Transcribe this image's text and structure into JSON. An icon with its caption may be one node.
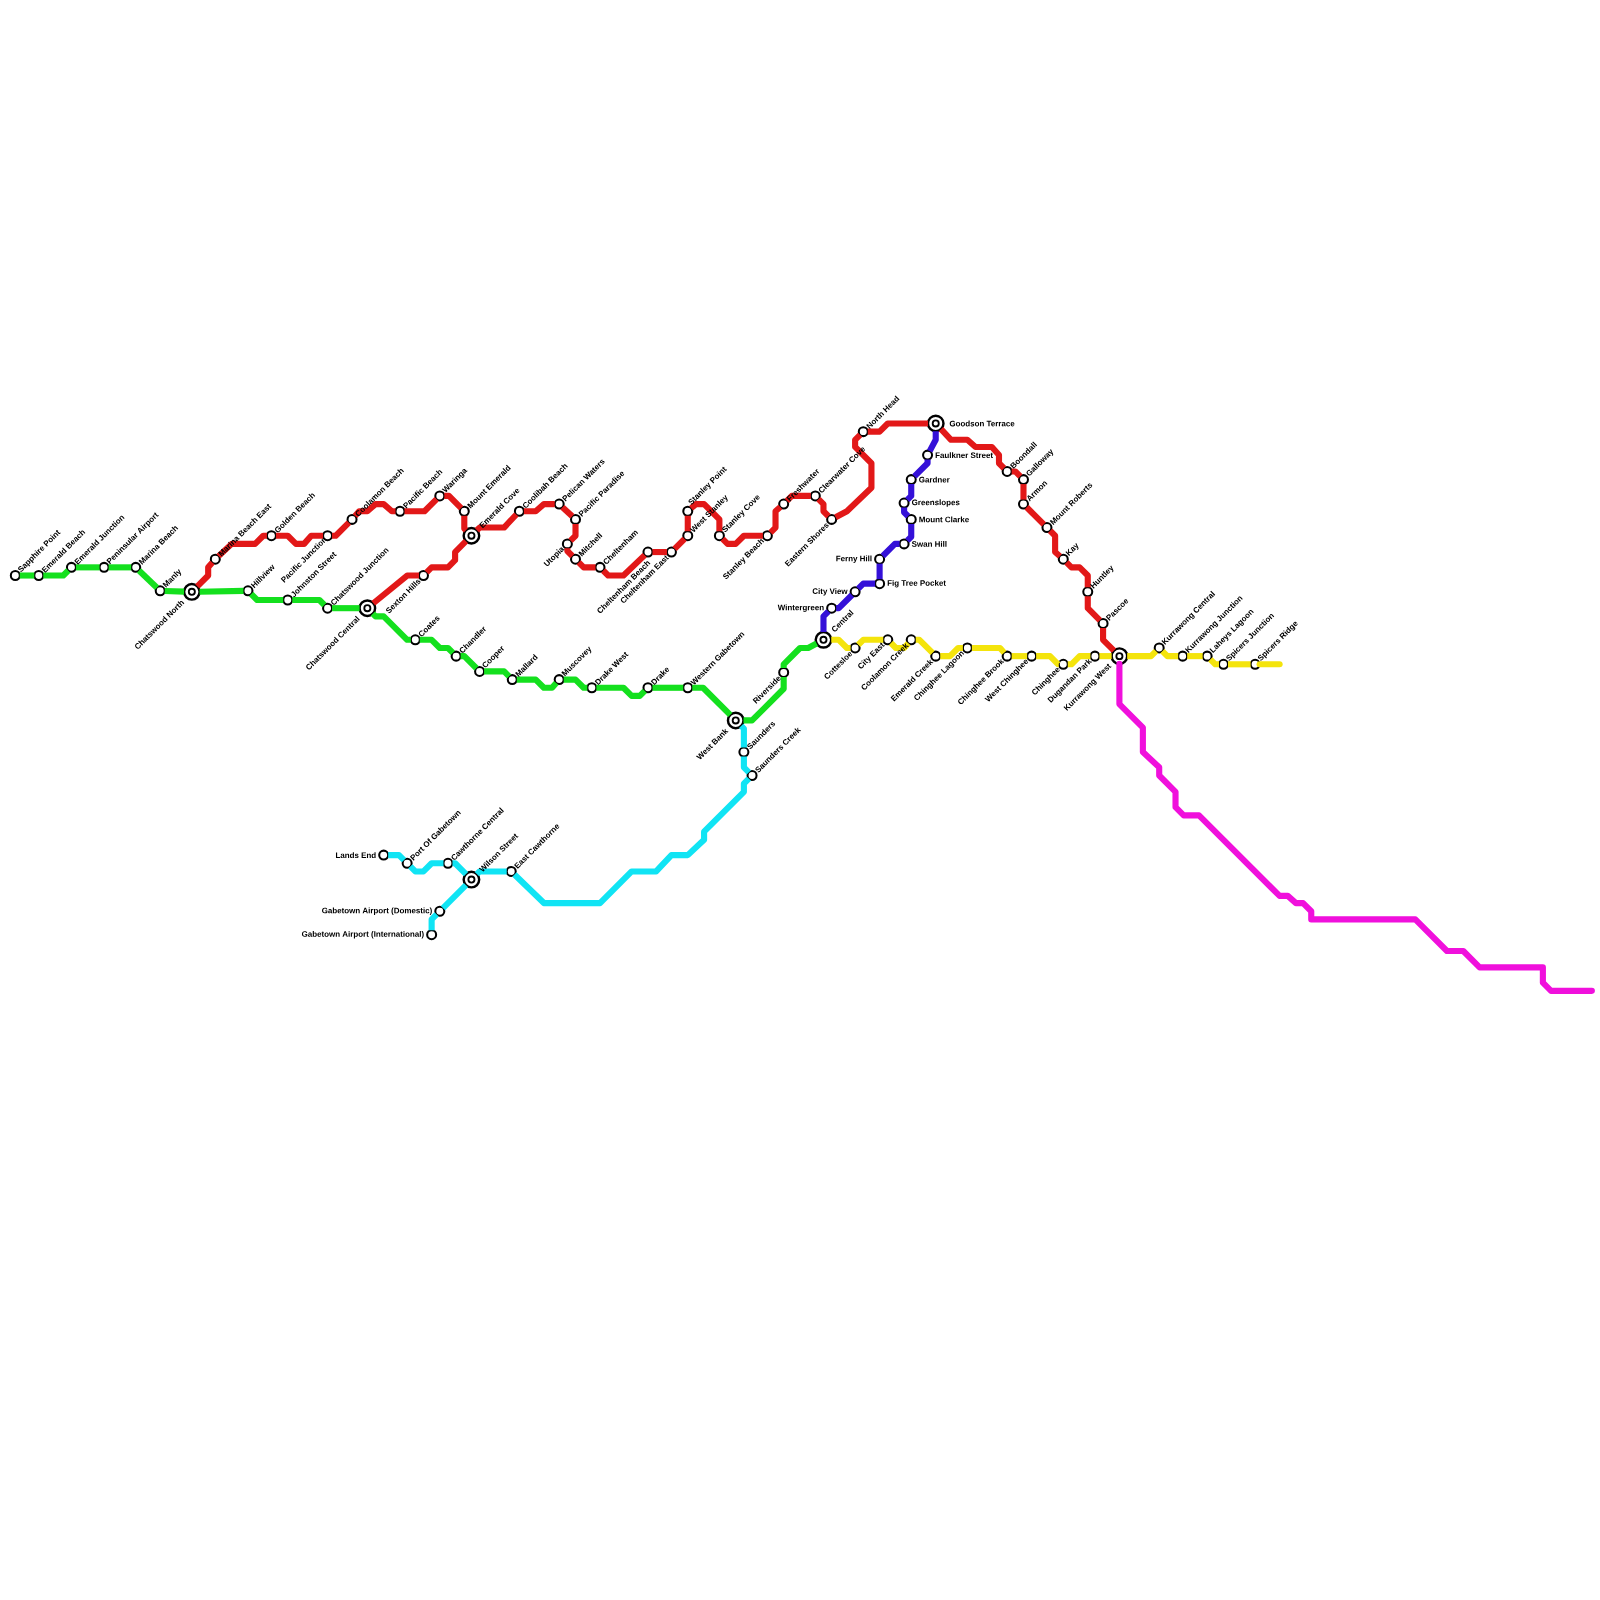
{
  "diagram": {
    "nodes": [
      {
        "text": [
          "Sapphire Point"
        ]
      },
      {
        "text": [
          "Emerald Beach"
        ]
      },
      {
        "text": [
          "Emerald Junction"
        ]
      },
      {
        "text": [
          "Peninsular Airport"
        ]
      },
      {
        "text": [
          "Marina Beach"
        ]
      },
      {
        "text": [
          "Manly"
        ]
      },
      {
        "text": [
          "Chatswood North"
        ]
      },
      {
        "text": [
          "Hillview"
        ]
      },
      {
        "text": [
          "Johnston Street"
        ]
      },
      {
        "text": [
          "Chatswood Junction"
        ]
      },
      {
        "text": [
          "Chatswood Central"
        ]
      },
      {
        "text": [
          "Coates"
        ]
      },
      {
        "text": [
          "Chandler"
        ]
      },
      {
        "text": [
          "Cooper"
        ]
      },
      {
        "text": [
          "Mallard"
        ]
      },
      {
        "text": [
          "Muscovey"
        ]
      },
      {
        "text": [
          "Drake West"
        ]
      },
      {
        "text": [
          "Drake"
        ]
      },
      {
        "text": [
          "Western Gabetown"
        ]
      },
      {
        "text": [
          "West Bank"
        ]
      },
      {
        "text": [
          "Riverside"
        ]
      },
      {
        "text": [
          "Central"
        ]
      },
      {
        "text": [
          "Marina Beach East"
        ]
      },
      {
        "text": [
          "Golden Beach"
        ]
      },
      {
        "text": [
          "Pacific Junction"
        ]
      },
      {
        "text": [
          "Coolamon Beach"
        ]
      },
      {
        "text": [
          "Pacific Beach"
        ]
      },
      {
        "text": [
          "Waringa"
        ]
      },
      {
        "text": [
          "Mount Emerald"
        ]
      },
      {
        "text": [
          "Emerald Cove"
        ]
      },
      {
        "text": [
          "Sexton Hills"
        ]
      },
      {
        "text": [
          "Coolibah Beach"
        ]
      },
      {
        "text": [
          "Pelican Waters"
        ]
      },
      {
        "text": [
          "Pacific Paradise"
        ]
      },
      {
        "text": [
          "Utopia"
        ]
      },
      {
        "text": [
          "Mitchell"
        ]
      },
      {
        "text": [
          "Cheltenham"
        ]
      },
      {
        "text": [
          "Cheltenham Beach"
        ]
      },
      {
        "text": [
          "Cheltenham East"
        ]
      },
      {
        "text": [
          "West Stanley"
        ]
      },
      {
        "text": [
          "Stanley Point"
        ]
      },
      {
        "text": [
          "Stanley Cove"
        ]
      },
      {
        "text": [
          "Stanley Beach"
        ]
      },
      {
        "text": [
          "Freshwater"
        ]
      },
      {
        "text": [
          "Clearwater Cove"
        ]
      },
      {
        "text": [
          "Eastern Shores"
        ]
      },
      {
        "text": [
          "North Head"
        ]
      },
      {
        "text": [
          "Goodson Terrace"
        ]
      },
      {
        "text": [
          "Boondall"
        ]
      },
      {
        "text": [
          "Galloway"
        ]
      },
      {
        "text": [
          "Armon"
        ]
      },
      {
        "text": [
          "Mount Roberts"
        ]
      },
      {
        "text": [
          "Kay"
        ]
      },
      {
        "text": [
          "Huntley"
        ]
      },
      {
        "text": [
          "Pascoe"
        ]
      },
      {
        "text": [
          "Kurrawong West"
        ]
      },
      {
        "text": [
          "Faulkner Street"
        ]
      },
      {
        "text": [
          "Gardner"
        ]
      },
      {
        "text": [
          "Greenslopes"
        ]
      },
      {
        "text": [
          "Mount Clarke"
        ]
      },
      {
        "text": [
          "Swan Hill"
        ]
      },
      {
        "text": [
          "Ferny Hill"
        ]
      },
      {
        "text": [
          "Fig Tree Pocket"
        ]
      },
      {
        "text": [
          "City View"
        ]
      },
      {
        "text": [
          "Wintergreen"
        ]
      },
      {
        "text": [
          "Cottesloe"
        ]
      },
      {
        "text": [
          "City East"
        ]
      },
      {
        "text": [
          "Coolamon Creek"
        ]
      },
      {
        "text": [
          "Emerald Creek"
        ]
      },
      {
        "text": [
          "Chinghee Lagoon"
        ]
      },
      {
        "text": [
          "Chinghee Brook"
        ]
      },
      {
        "text": [
          "West Chinghee"
        ]
      },
      {
        "text": [
          "Chinghee"
        ]
      },
      {
        "text": [
          "Dugandan Park"
        ]
      },
      {
        "text": [
          "Kurrawong Central"
        ]
      },
      {
        "text": [
          "Kurrawong Junction"
        ]
      },
      {
        "text": [
          "Laheys Lagoon"
        ]
      },
      {
        "text": [
          "Spicers Junction"
        ]
      },
      {
        "text": [
          "Spicers Ridge"
        ]
      },
      {
        "text": [
          "Saunders"
        ]
      },
      {
        "text": [
          "Saunders Creek"
        ]
      },
      {
        "text": [
          "East Cawthorne"
        ]
      },
      {
        "text": [
          "Wilson Street"
        ]
      },
      {
        "text": [
          "Cawthorne Central"
        ]
      },
      {
        "text": [
          "Port Of Gabetown"
        ]
      },
      {
        "text": [
          "Lands End"
        ]
      },
      {
        "text": [
          "Gabetown Airport (Domestic)"
        ]
      },
      {
        "text": [
          "Gabetown Airport (International)"
        ]
      }
    ],
    "edges": [
      {
        "from": 0,
        "to": 1,
        "arrow": "none",
        "color": "#14e01e"
      },
      {
        "from": 1,
        "to": 2,
        "arrow": "none",
        "color": "#14e01e"
      },
      {
        "from": 2,
        "to": 3,
        "arrow": "none",
        "color": "#14e01e"
      },
      {
        "from": 3,
        "to": 4,
        "arrow": "none",
        "color": "#14e01e"
      },
      {
        "from": 4,
        "to": 5,
        "arrow": "none",
        "color": "#14e01e"
      },
      {
        "from": 5,
        "to": 6,
        "arrow": "none",
        "color": "#14e01e"
      },
      {
        "from": 6,
        "to": 7,
        "arrow": "none",
        "color": "#14e01e"
      },
      {
        "from": 7,
        "to": 8,
        "arrow": "none",
        "color": "#14e01e"
      },
      {
        "from": 8,
        "to": 9,
        "arrow": "none",
        "color": "#14e01e"
      },
      {
        "from": 9,
        "to": 10,
        "arrow": "none",
        "color": "#14e01e"
      },
      {
        "from": 10,
        "to": 11,
        "arrow": "none",
        "color": "#14e01e"
      },
      {
        "from": 11,
        "to": 12,
        "arrow": "none",
        "color": "#14e01e"
      },
      {
        "from": 12,
        "to": 13,
        "arrow": "none",
        "color": "#14e01e"
      },
      {
        "from": 13,
        "to": 14,
        "arrow": "none",
        "color": "#14e01e"
      },
      {
        "from": 14,
        "to": 15,
        "arrow": "none",
        "color": "#14e01e"
      },
      {
        "from": 15,
        "to": 16,
        "arrow": "none",
        "color": "#14e01e"
      },
      {
        "from": 16,
        "to": 17,
        "arrow": "none",
        "color": "#14e01e"
      },
      {
        "from": 17,
        "to": 18,
        "arrow": "none",
        "color": "#14e01e"
      },
      {
        "from": 18,
        "to": 19,
        "arrow": "none",
        "color": "#14e01e"
      },
      {
        "from": 19,
        "to": 20,
        "arrow": "none",
        "color": "#14e01e"
      },
      {
        "from": 20,
        "to": 21,
        "arrow": "none",
        "color": "#14e01e"
      },
      {
        "from": 6,
        "to": 22,
        "arrow": "none",
        "color": "#e21818"
      },
      {
        "from": 22,
        "to": 23,
        "arrow": "none",
        "color": "#e21818"
      },
      {
        "from": 23,
        "to": 24,
        "arrow": "none",
        "color": "#e21818"
      },
      {
        "from": 24,
        "to": 25,
        "arrow": "none",
        "color": "#e21818"
      },
      {
        "from": 25,
        "to": 26,
        "arrow": "none",
        "color": "#e21818"
      },
      {
        "from": 26,
        "to": 27,
        "arrow": "none",
        "color": "#e21818"
      },
      {
        "from": 27,
        "to": 28,
        "arrow": "none",
        "color": "#e21818"
      },
      {
        "from": 28,
        "to": 29,
        "arrow": "none",
        "color": "#e21818"
      },
      {
        "from": 10,
        "to": 30,
        "arrow": "none",
        "color": "#e21818"
      },
      {
        "from": 30,
        "to": 29,
        "arrow": "none",
        "color": "#e21818"
      },
      {
        "from": 29,
        "to": 31,
        "arrow": "none",
        "color": "#e21818"
      },
      {
        "from": 31,
        "to": 32,
        "arrow": "none",
        "color": "#e21818"
      },
      {
        "from": 32,
        "to": 33,
        "arrow": "none",
        "color": "#e21818"
      },
      {
        "from": 33,
        "to": 34,
        "arrow": "none",
        "color": "#e21818"
      },
      {
        "from": 34,
        "to": 35,
        "arrow": "none",
        "color": "#e21818"
      },
      {
        "from": 35,
        "to": 36,
        "arrow": "none",
        "color": "#e21818"
      },
      {
        "from": 36,
        "to": 37,
        "arrow": "none",
        "color": "#e21818"
      },
      {
        "from": 37,
        "to": 38,
        "arrow": "none",
        "color": "#e21818"
      },
      {
        "from": 38,
        "to": 39,
        "arrow": "none",
        "color": "#e21818"
      },
      {
        "from": 39,
        "to": 40,
        "arrow": "none",
        "color": "#e21818"
      },
      {
        "from": 40,
        "to": 41,
        "arrow": "none",
        "color": "#e21818"
      },
      {
        "from": 41,
        "to": 42,
        "arrow": "none",
        "color": "#e21818"
      },
      {
        "from": 42,
        "to": 43,
        "arrow": "none",
        "color": "#e21818"
      },
      {
        "from": 43,
        "to": 44,
        "arrow": "none",
        "color": "#e21818"
      },
      {
        "from": 44,
        "to": 45,
        "arrow": "none",
        "color": "#e21818"
      },
      {
        "from": 45,
        "to": 46,
        "arrow": "none",
        "color": "#e21818"
      },
      {
        "from": 46,
        "to": 47,
        "arrow": "none",
        "color": "#e21818"
      },
      {
        "from": 47,
        "to": 48,
        "arrow": "none",
        "color": "#e21818"
      },
      {
        "from": 48,
        "to": 49,
        "arrow": "none",
        "color": "#e21818"
      },
      {
        "from": 49,
        "to": 50,
        "arrow": "none",
        "color": "#e21818"
      },
      {
        "from": 50,
        "to": 51,
        "arrow": "none",
        "color": "#e21818"
      },
      {
        "from": 51,
        "to": 52,
        "arrow": "none",
        "color": "#e21818"
      },
      {
        "from": 52,
        "to": 53,
        "arrow": "none",
        "color": "#e21818"
      },
      {
        "from": 53,
        "to": 54,
        "arrow": "none",
        "color": "#e21818"
      },
      {
        "from": 54,
        "to": 55,
        "arrow": "none",
        "color": "#e21818"
      },
      {
        "from": 47,
        "to": 56,
        "arrow": "none",
        "color": "#3410d8"
      },
      {
        "from": 56,
        "to": 57,
        "arrow": "none",
        "color": "#3410d8"
      },
      {
        "from": 57,
        "to": 58,
        "arrow": "none",
        "color": "#3410d8"
      },
      {
        "from": 58,
        "to": 59,
        "arrow": "none",
        "color": "#3410d8"
      },
      {
        "from": 59,
        "to": 60,
        "arrow": "none",
        "color": "#3410d8"
      },
      {
        "from": 60,
        "to": 61,
        "arrow": "none",
        "color": "#3410d8"
      },
      {
        "from": 61,
        "to": 62,
        "arrow": "none",
        "color": "#3410d8"
      },
      {
        "from": 62,
        "to": 63,
        "arrow": "none",
        "color": "#3410d8"
      },
      {
        "from": 63,
        "to": 64,
        "arrow": "none",
        "color": "#3410d8"
      },
      {
        "from": 64,
        "to": 21,
        "arrow": "none",
        "color": "#3410d8"
      },
      {
        "from": 21,
        "to": 65,
        "arrow": "none",
        "color": "#f4e40c"
      },
      {
        "from": 65,
        "to": 66,
        "arrow": "none",
        "color": "#f4e40c"
      },
      {
        "from": 66,
        "to": 67,
        "arrow": "none",
        "color": "#f4e40c"
      },
      {
        "from": 67,
        "to": 68,
        "arrow": "none",
        "color": "#f4e40c"
      },
      {
        "from": 68,
        "to": 69,
        "arrow": "none",
        "color": "#f4e40c"
      },
      {
        "from": 69,
        "to": 70,
        "arrow": "none",
        "color": "#f4e40c"
      },
      {
        "from": 70,
        "to": 71,
        "arrow": "none",
        "color": "#f4e40c"
      },
      {
        "from": 71,
        "to": 72,
        "arrow": "none",
        "color": "#f4e40c"
      },
      {
        "from": 72,
        "to": 73,
        "arrow": "none",
        "color": "#f4e40c"
      },
      {
        "from": 73,
        "to": 55,
        "arrow": "none",
        "color": "#f4e40c"
      },
      {
        "from": 55,
        "to": 74,
        "arrow": "none",
        "color": "#f4e40c"
      },
      {
        "from": 74,
        "to": 75,
        "arrow": "none",
        "color": "#f4e40c"
      },
      {
        "from": 75,
        "to": 76,
        "arrow": "none",
        "color": "#f4e40c"
      },
      {
        "from": 76,
        "to": 77,
        "arrow": "none",
        "color": "#f4e40c"
      },
      {
        "from": 77,
        "to": 78,
        "arrow": "none",
        "color": "#f4e40c"
      },
      {
        "from": 78,
        "to": null,
        "arrow": "none",
        "color": "#f4e40c"
      },
      {
        "from": 19,
        "to": 79,
        "arrow": "none",
        "color": "#10e4f4"
      },
      {
        "from": 79,
        "to": 80,
        "arrow": "none",
        "color": "#10e4f4"
      },
      {
        "from": 80,
        "to": 81,
        "arrow": "none",
        "color": "#10e4f4"
      },
      {
        "from": 81,
        "to": 82,
        "arrow": "none",
        "color": "#10e4f4"
      },
      {
        "from": 82,
        "to": 83,
        "arrow": "none",
        "color": "#10e4f4"
      },
      {
        "from": 83,
        "to": 84,
        "arrow": "none",
        "color": "#10e4f4"
      },
      {
        "from": 84,
        "to": 85,
        "arrow": "none",
        "color": "#10e4f4"
      },
      {
        "from": 82,
        "to": 86,
        "arrow": "none",
        "color": "#10e4f4"
      },
      {
        "from": 86,
        "to": 87,
        "arrow": "none",
        "color": "#10e4f4"
      },
      {
        "from": 55,
        "to": null,
        "arrow": "none",
        "color": "#f010dc"
      }
    ]
  }
}
